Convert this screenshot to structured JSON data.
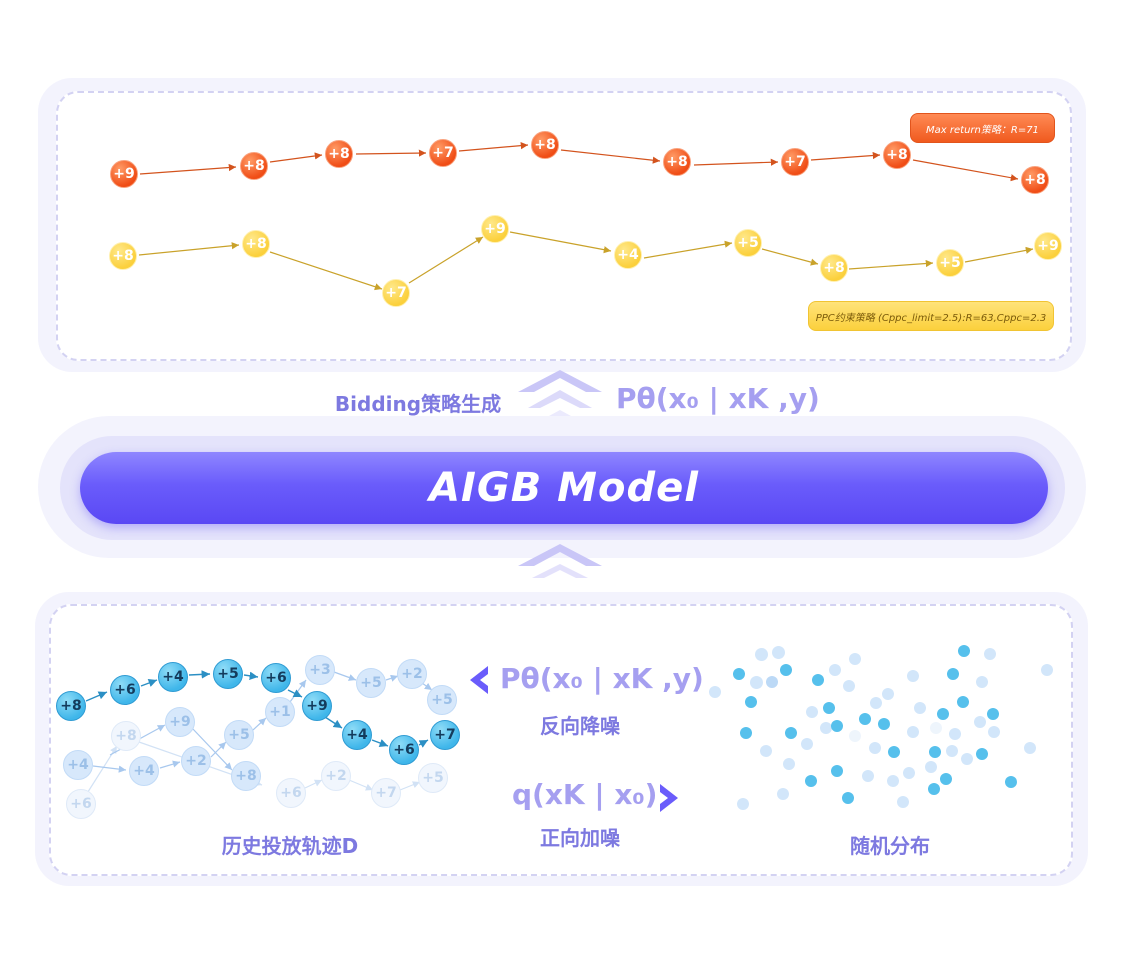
{
  "top": {
    "red_series": {
      "nodes": [
        "+9",
        "+8",
        "+8",
        "+7",
        "+8",
        "+8",
        "+7",
        "+8",
        "+8"
      ],
      "legend": "Max return策略：R=71",
      "color": "#f04d16"
    },
    "yellow_series": {
      "nodes": [
        "+8",
        "+8",
        "+7",
        "+9",
        "+4",
        "+5",
        "+8",
        "+5",
        "+9"
      ],
      "legend": "PPC约束策略 (Cppc_limit=2.5):R=63,Cppc=2.3",
      "color": "#fbd03c"
    }
  },
  "middle": {
    "generate_label": "Bidding策略生成",
    "generate_formula": "Pθ(x₀ | xK ,y)",
    "model_title": "AIGB Model"
  },
  "bottom": {
    "history_label": "历史投放轨迹D",
    "reverse_formula": "Pθ(x₀ | xK ,y)",
    "reverse_label": "反向降噪",
    "forward_formula": "q(xK | x₀)",
    "forward_label": "正向加噪",
    "random_label": "随机分布",
    "traj_main": [
      "+8",
      "+6",
      "+4",
      "+5",
      "+6",
      "+9",
      "+4",
      "+6",
      "+7"
    ],
    "traj_mid": [
      "+8",
      "+9",
      "+5",
      "+1",
      "+3",
      "+5",
      "+2",
      "+5",
      "+4",
      "+4",
      "+2"
    ],
    "traj_light": [
      "+6",
      "+8",
      "+6",
      "+2",
      "+7",
      "+5"
    ]
  },
  "colors": {
    "accent": "#5b4ef0",
    "panel": "#f3f3fd",
    "arrow": "#c9c6f7"
  }
}
